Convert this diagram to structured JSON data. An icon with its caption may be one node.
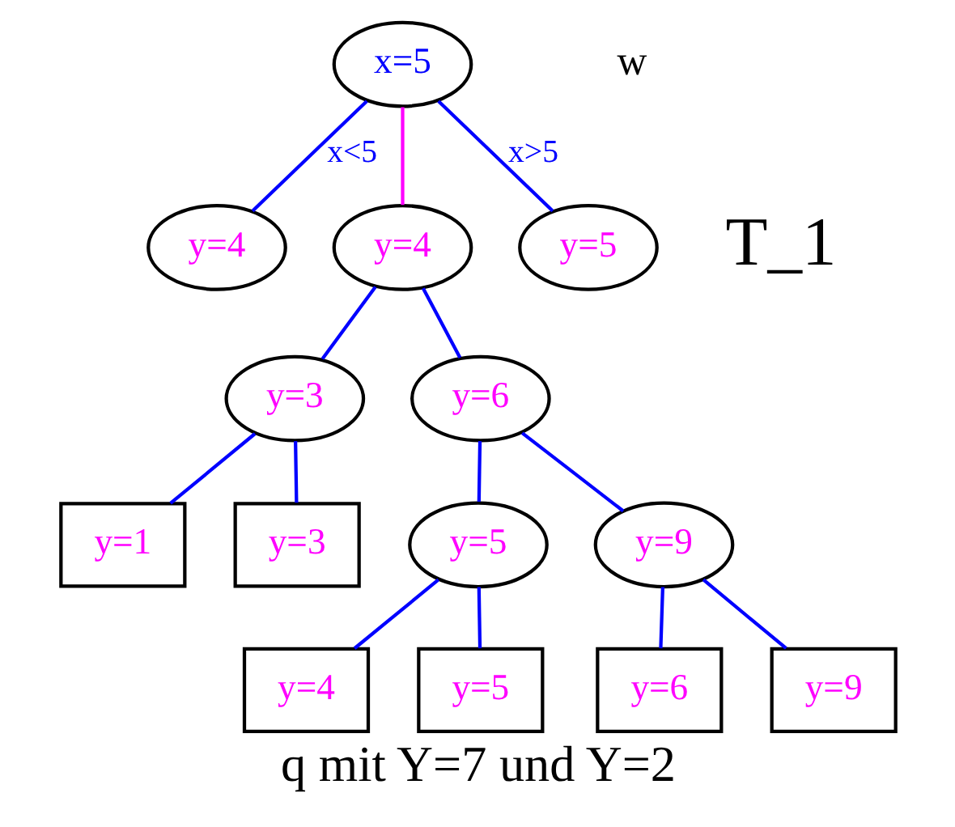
{
  "diagram": {
    "caption": "q mit Y=7 und Y=2",
    "nodes": [
      {
        "text": [
          "x=5"
        ],
        "beside": [
          "w"
        ]
      },
      {
        "text": [
          "y=4"
        ]
      },
      {
        "text": [
          "y=4"
        ]
      },
      {
        "text": [
          "y=5"
        ]
      },
      {
        "text": [
          "y=3"
        ]
      },
      {
        "text": [
          "y=6"
        ]
      },
      {
        "text": [
          "y=1"
        ]
      },
      {
        "text": [
          "y=3"
        ]
      },
      {
        "text": [
          "y=5"
        ]
      },
      {
        "text": [
          "y=9"
        ]
      },
      {
        "text": [
          "y=4"
        ]
      },
      {
        "text": [
          "y=5"
        ]
      },
      {
        "text": [
          "y=6"
        ]
      },
      {
        "text": [
          "y=9"
        ]
      }
    ],
    "edges": [
      {
        "from": 0,
        "to": 1,
        "arrow": "none",
        "label": "x<5"
      },
      {
        "from": 0,
        "to": 2,
        "arrow": "none",
        "color": "#ff00ff"
      },
      {
        "from": 0,
        "to": 3,
        "arrow": "none",
        "label": "x>5"
      },
      {
        "from": 2,
        "to": 4,
        "arrow": "none"
      },
      {
        "from": 2,
        "to": 5,
        "arrow": "none"
      },
      {
        "from": 4,
        "to": 6,
        "arrow": "none"
      },
      {
        "from": 4,
        "to": 7,
        "arrow": "none"
      },
      {
        "from": 5,
        "to": 8,
        "arrow": "none"
      },
      {
        "from": 5,
        "to": 9,
        "arrow": "none"
      },
      {
        "from": 8,
        "to": 10,
        "arrow": "none"
      },
      {
        "from": 8,
        "to": 11,
        "arrow": "none"
      },
      {
        "from": 9,
        "to": 12,
        "arrow": "none"
      },
      {
        "from": 9,
        "to": 13,
        "arrow": "none"
      }
    ],
    "labels": [
      "T_1"
    ]
  }
}
